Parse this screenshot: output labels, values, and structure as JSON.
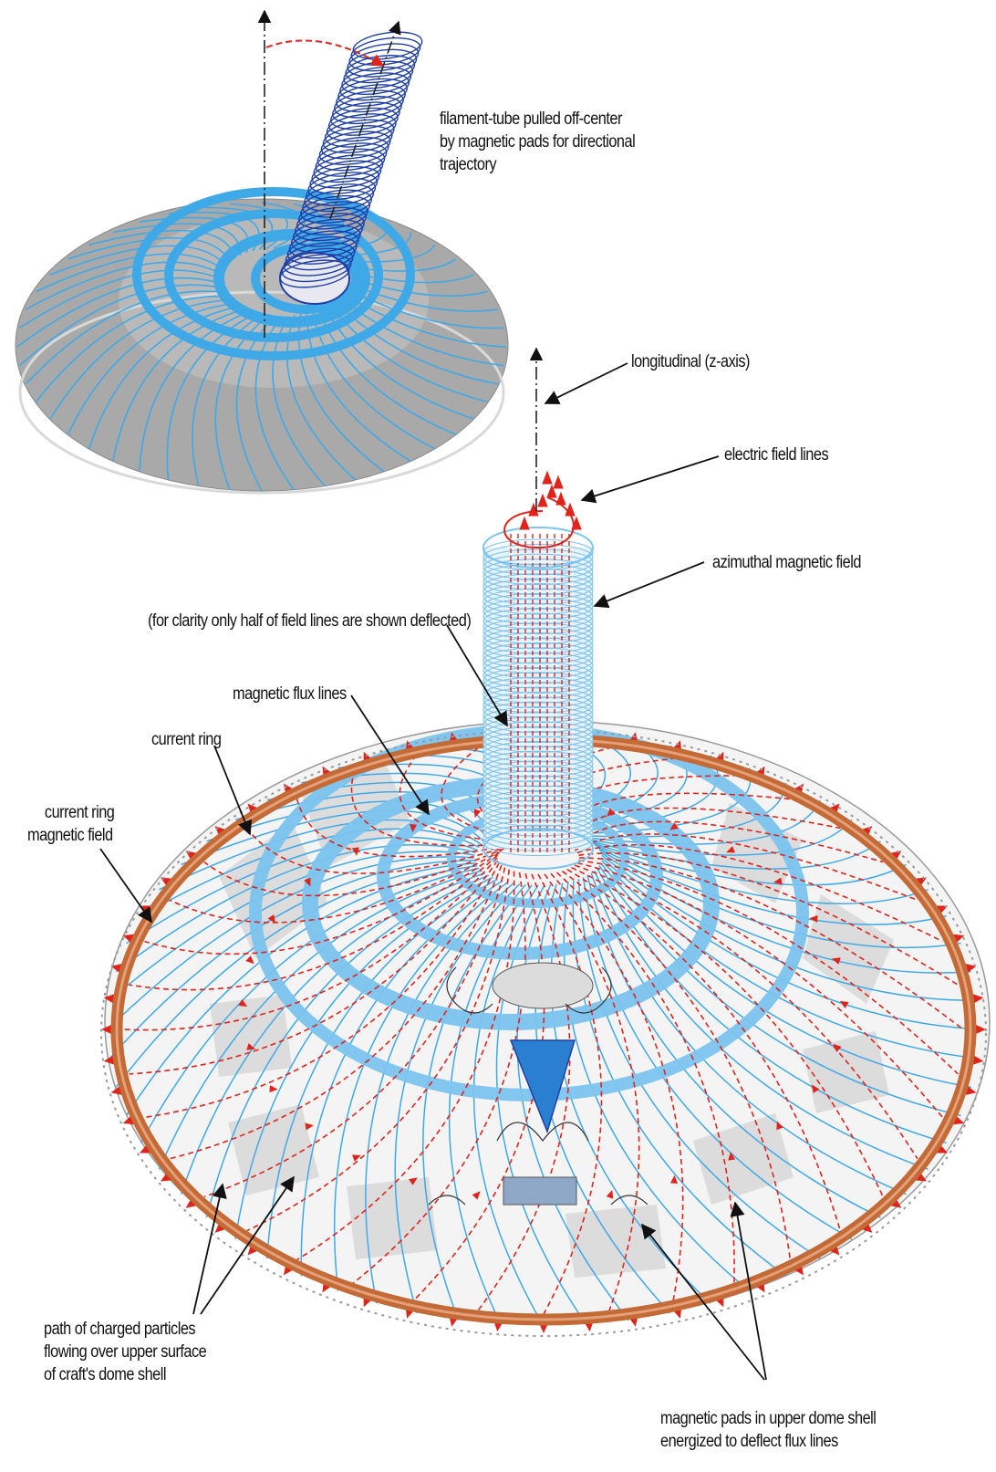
{
  "labels": {
    "filament": [
      "filament-tube pulled off-center",
      "by magnetic pads for directional",
      "trajectory"
    ],
    "longitudinal": "longitudinal (z-axis)",
    "electric": "electric field lines",
    "azimuthal": "azimuthal magnetic field",
    "clarity": "(for clarity only half of field lines are shown deflected)",
    "flux": "magnetic flux lines",
    "current_ring": "current ring",
    "current_ring_field": [
      "current ring",
      "magnetic field"
    ],
    "particles": [
      "path of charged particles",
      "flowing over upper surface",
      "of craft's dome shell"
    ],
    "pads": [
      "magnetic pads in upper dome shell",
      "energized to deflect flux lines"
    ]
  },
  "colors": {
    "flux_blue": "#3fa9e8",
    "dark_coil": "#1f3fa8",
    "electric_red": "#e0241b",
    "ring_copper": "#c46a36",
    "shell_gray": "#a9a9a9",
    "pad_gray": "#dcdcdc"
  }
}
